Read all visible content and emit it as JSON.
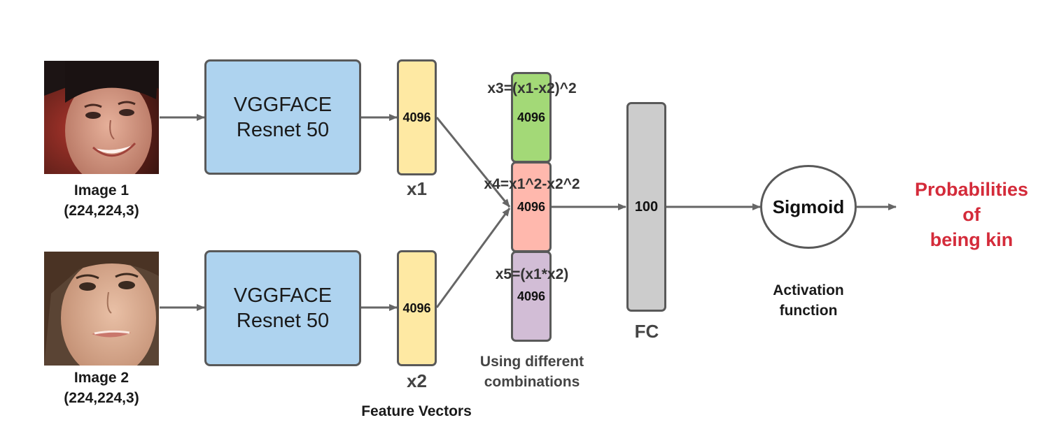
{
  "inputs": [
    {
      "label": "Image 1",
      "shape": "(224,224,3)"
    },
    {
      "label": "Image 2",
      "shape": "(224,224,3)"
    }
  ],
  "encoders": [
    {
      "line1": "VGGFACE",
      "line2": "Resnet 50"
    },
    {
      "line1": "VGGFACE",
      "line2": "Resnet 50"
    }
  ],
  "feature_vectors": [
    {
      "size": "4096",
      "name": "x1"
    },
    {
      "size": "4096",
      "name": "x2"
    }
  ],
  "feature_vectors_caption": "Feature Vectors",
  "combinations": [
    {
      "formula": "x3=(x1-x2)^2",
      "size": "4096",
      "color": "#a3d977"
    },
    {
      "formula": "x4=x1^2-x2^2",
      "size": "4096",
      "color": "#ffb8ad"
    },
    {
      "formula": "x5=(x1*x2)",
      "size": "4096",
      "color": "#d2bdd6"
    }
  ],
  "combinations_caption": {
    "line1": "Using different",
    "line2": "combinations"
  },
  "fc": {
    "size": "100",
    "name": "FC",
    "color": "#cccccc"
  },
  "activation": {
    "name": "Sigmoid",
    "caption_line1": "Activation",
    "caption_line2": "function"
  },
  "output": {
    "line1": "Probabilities",
    "line2": "of",
    "line3": "being kin",
    "color": "#d42b3a"
  },
  "colors": {
    "cnn": "#aed3ef",
    "feature_vector": "#fee9a3",
    "stroke": "#595959",
    "arrow": "#666666"
  }
}
